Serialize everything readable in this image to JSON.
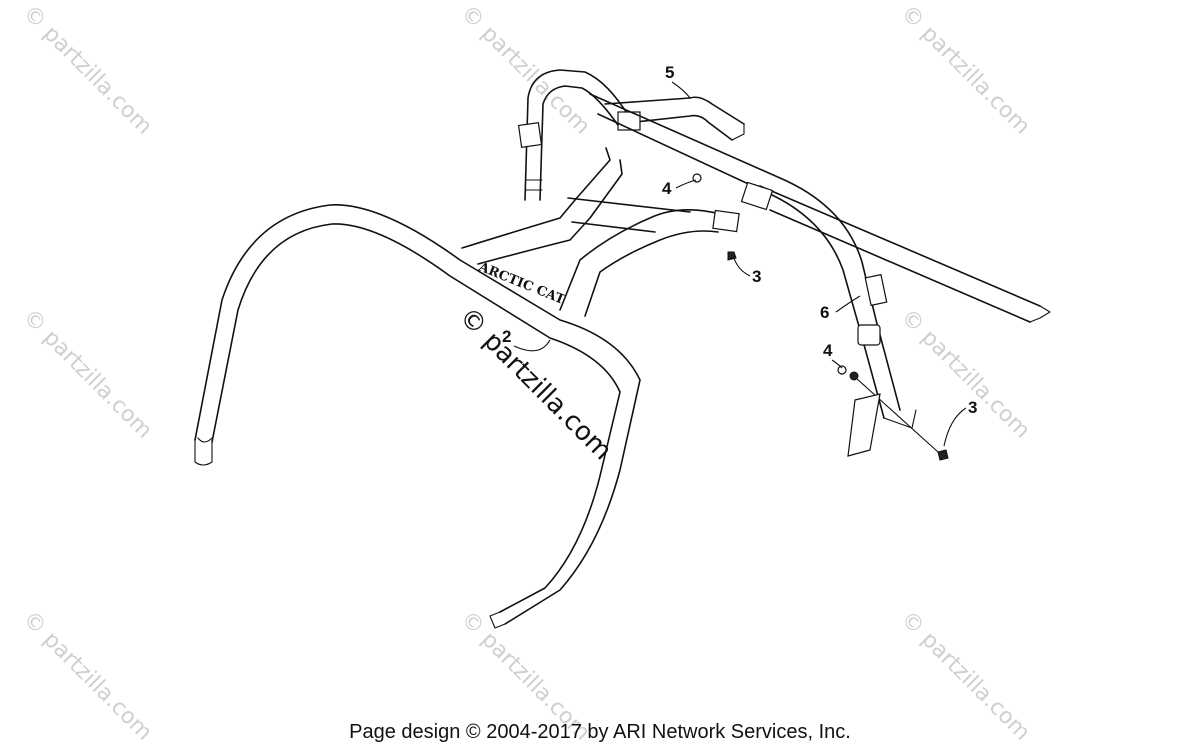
{
  "watermark": {
    "text": "© partzilla.com",
    "center_text": "© partzilla.com"
  },
  "callouts": [
    {
      "id": "c2",
      "label": "2"
    },
    {
      "id": "c3a",
      "label": "3"
    },
    {
      "id": "c3b",
      "label": "3"
    },
    {
      "id": "c4a",
      "label": "4"
    },
    {
      "id": "c4b",
      "label": "4"
    },
    {
      "id": "c5",
      "label": "5"
    },
    {
      "id": "c6",
      "label": "6"
    }
  ],
  "decal_text": "ARCTIC CAT",
  "footer": {
    "text": "Page design © 2004-2017 by ARI Network Services, Inc."
  },
  "colors": {
    "line": "#111111",
    "watermark": "#cfcfcf",
    "background": "#ffffff"
  }
}
